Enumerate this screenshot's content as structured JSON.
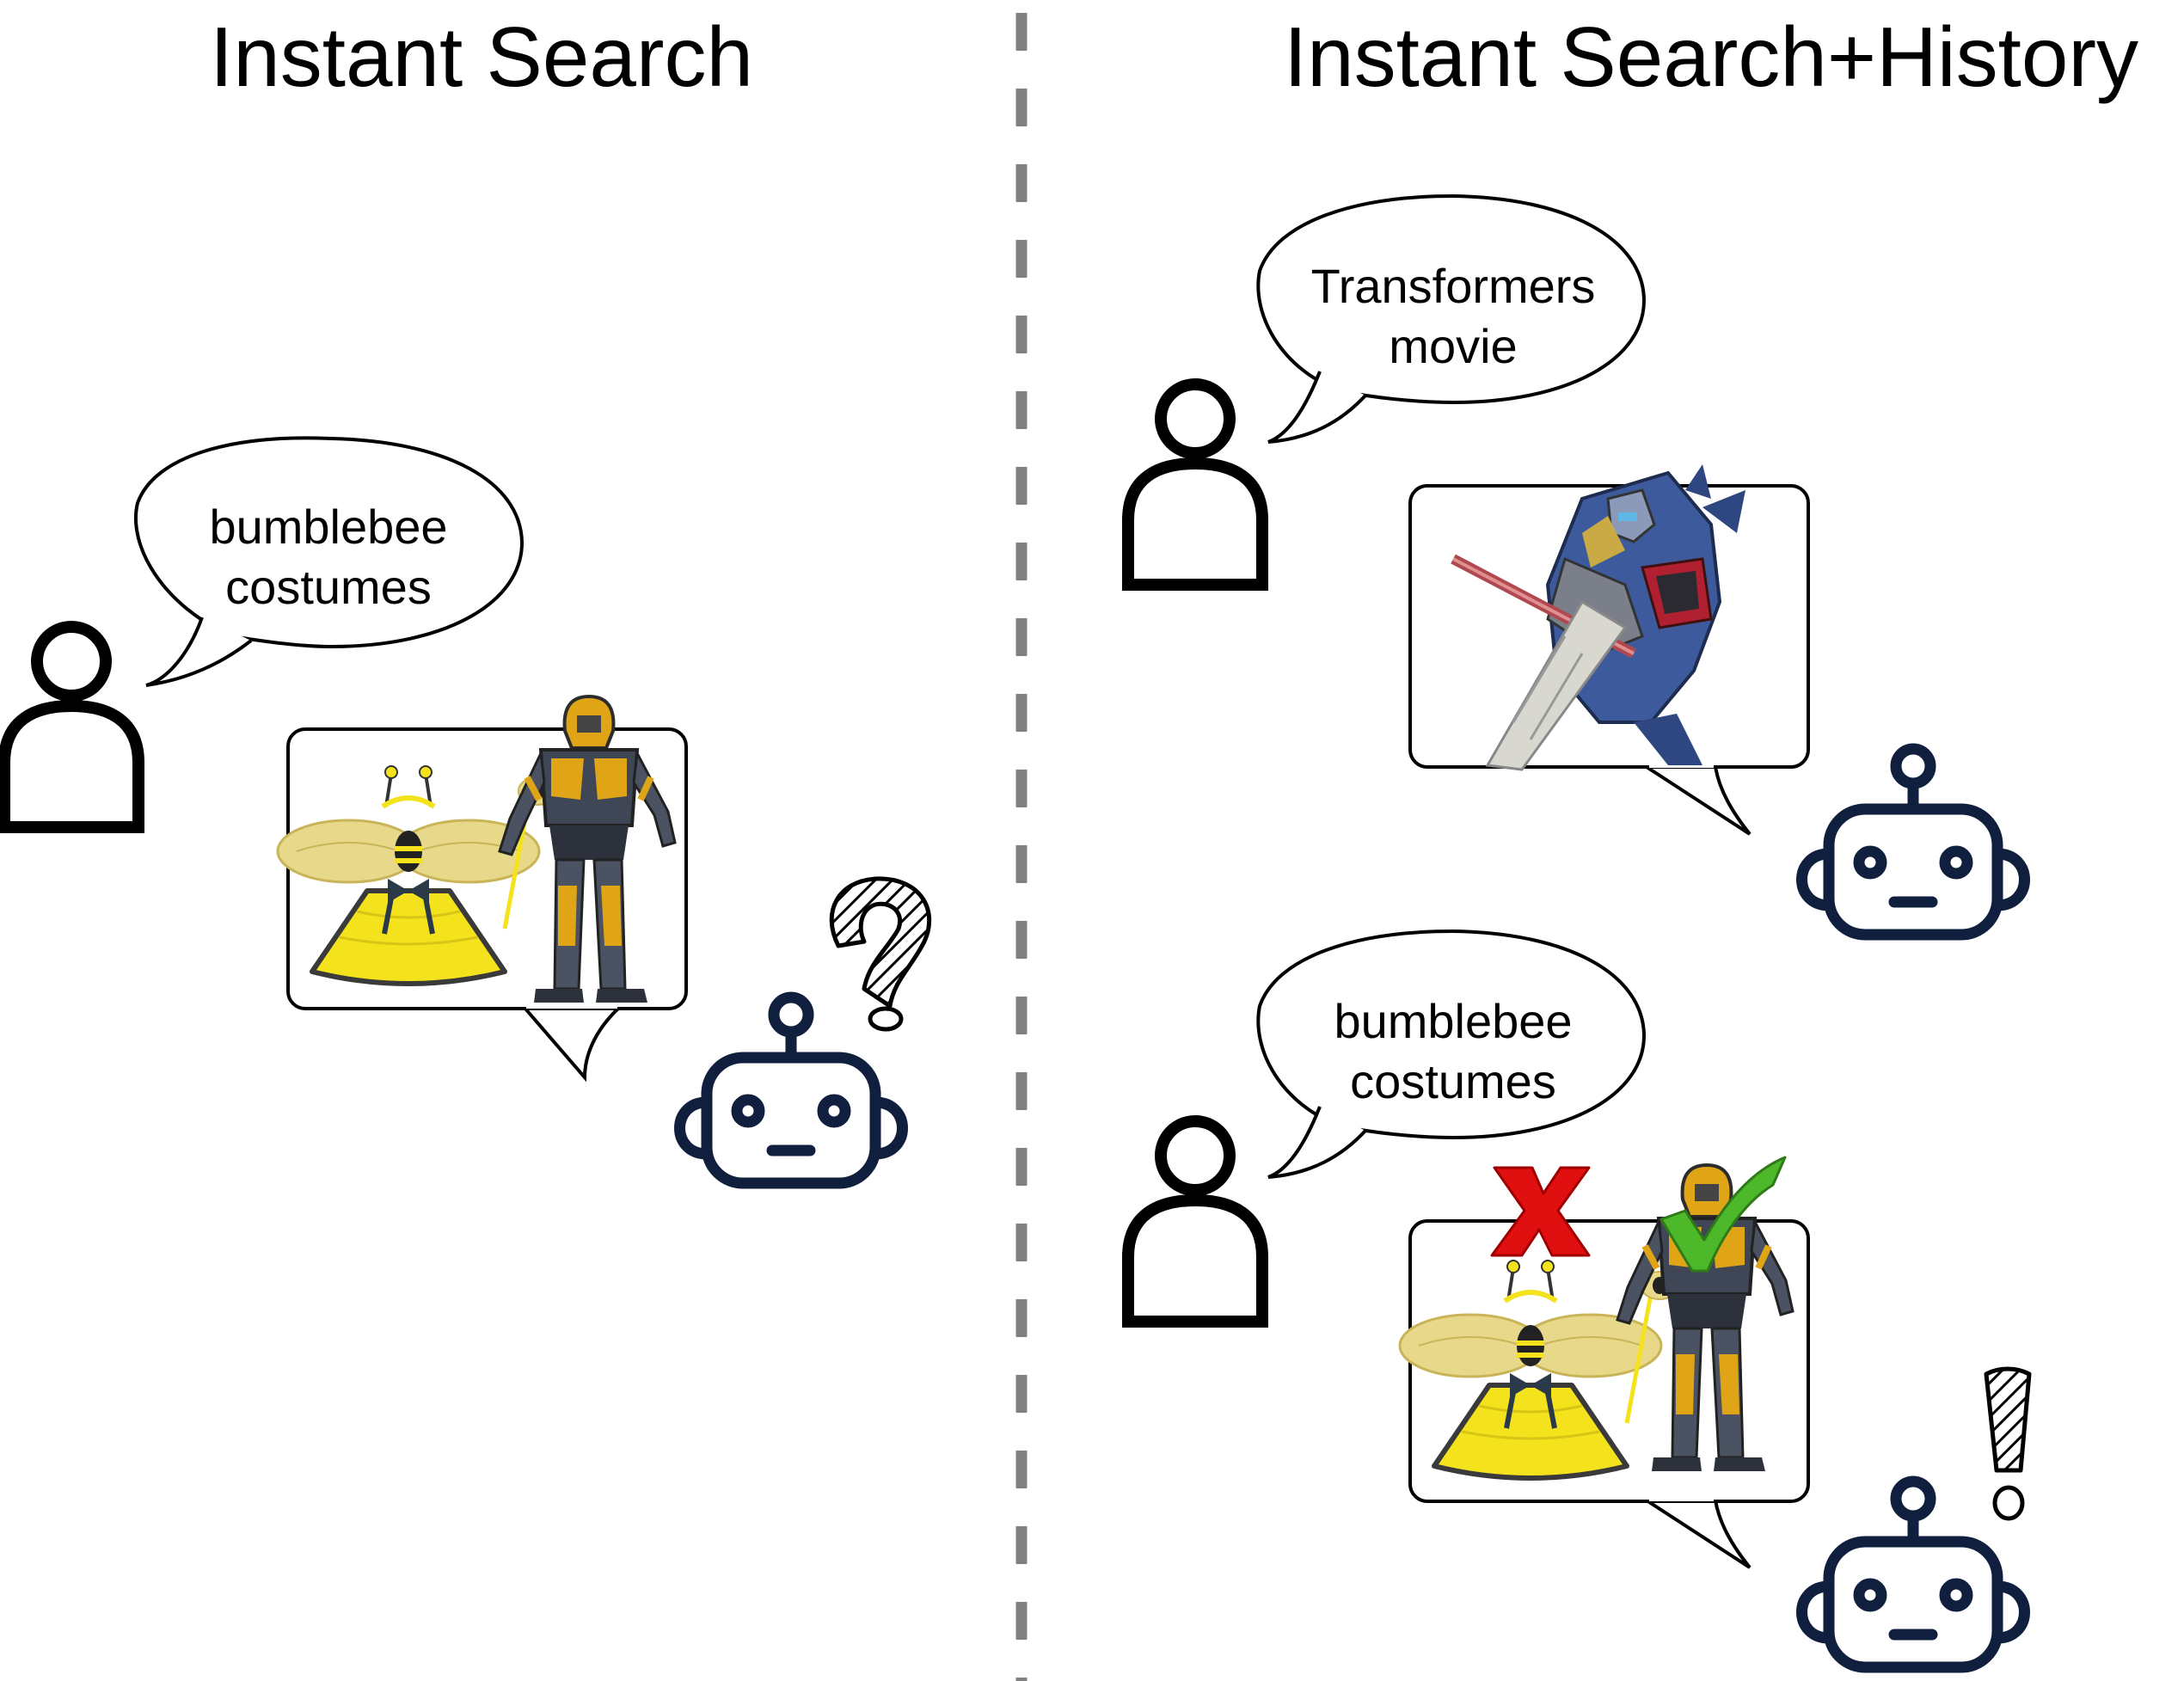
{
  "panels": {
    "left": {
      "title": "Instant Search",
      "query_line1": "bumblebee",
      "query_line2": "costumes"
    },
    "right": {
      "title": "Instant Search+History",
      "history_line1": "Transformers",
      "history_line2": "movie",
      "query_line1": "bumblebee",
      "query_line2": "costumes"
    }
  },
  "colors": {
    "robot": "#0f1f3d",
    "divider": "#808080",
    "wrong": "#e01010",
    "right": "#4cb82a",
    "tutu": "#f3e21c",
    "bee_wing": "#e8d88a"
  },
  "icons": {
    "user": "user-icon",
    "robot": "robot-icon",
    "question": "question-mark-icon",
    "exclamation": "exclamation-mark-icon",
    "cross": "cross-icon",
    "check": "check-icon"
  }
}
